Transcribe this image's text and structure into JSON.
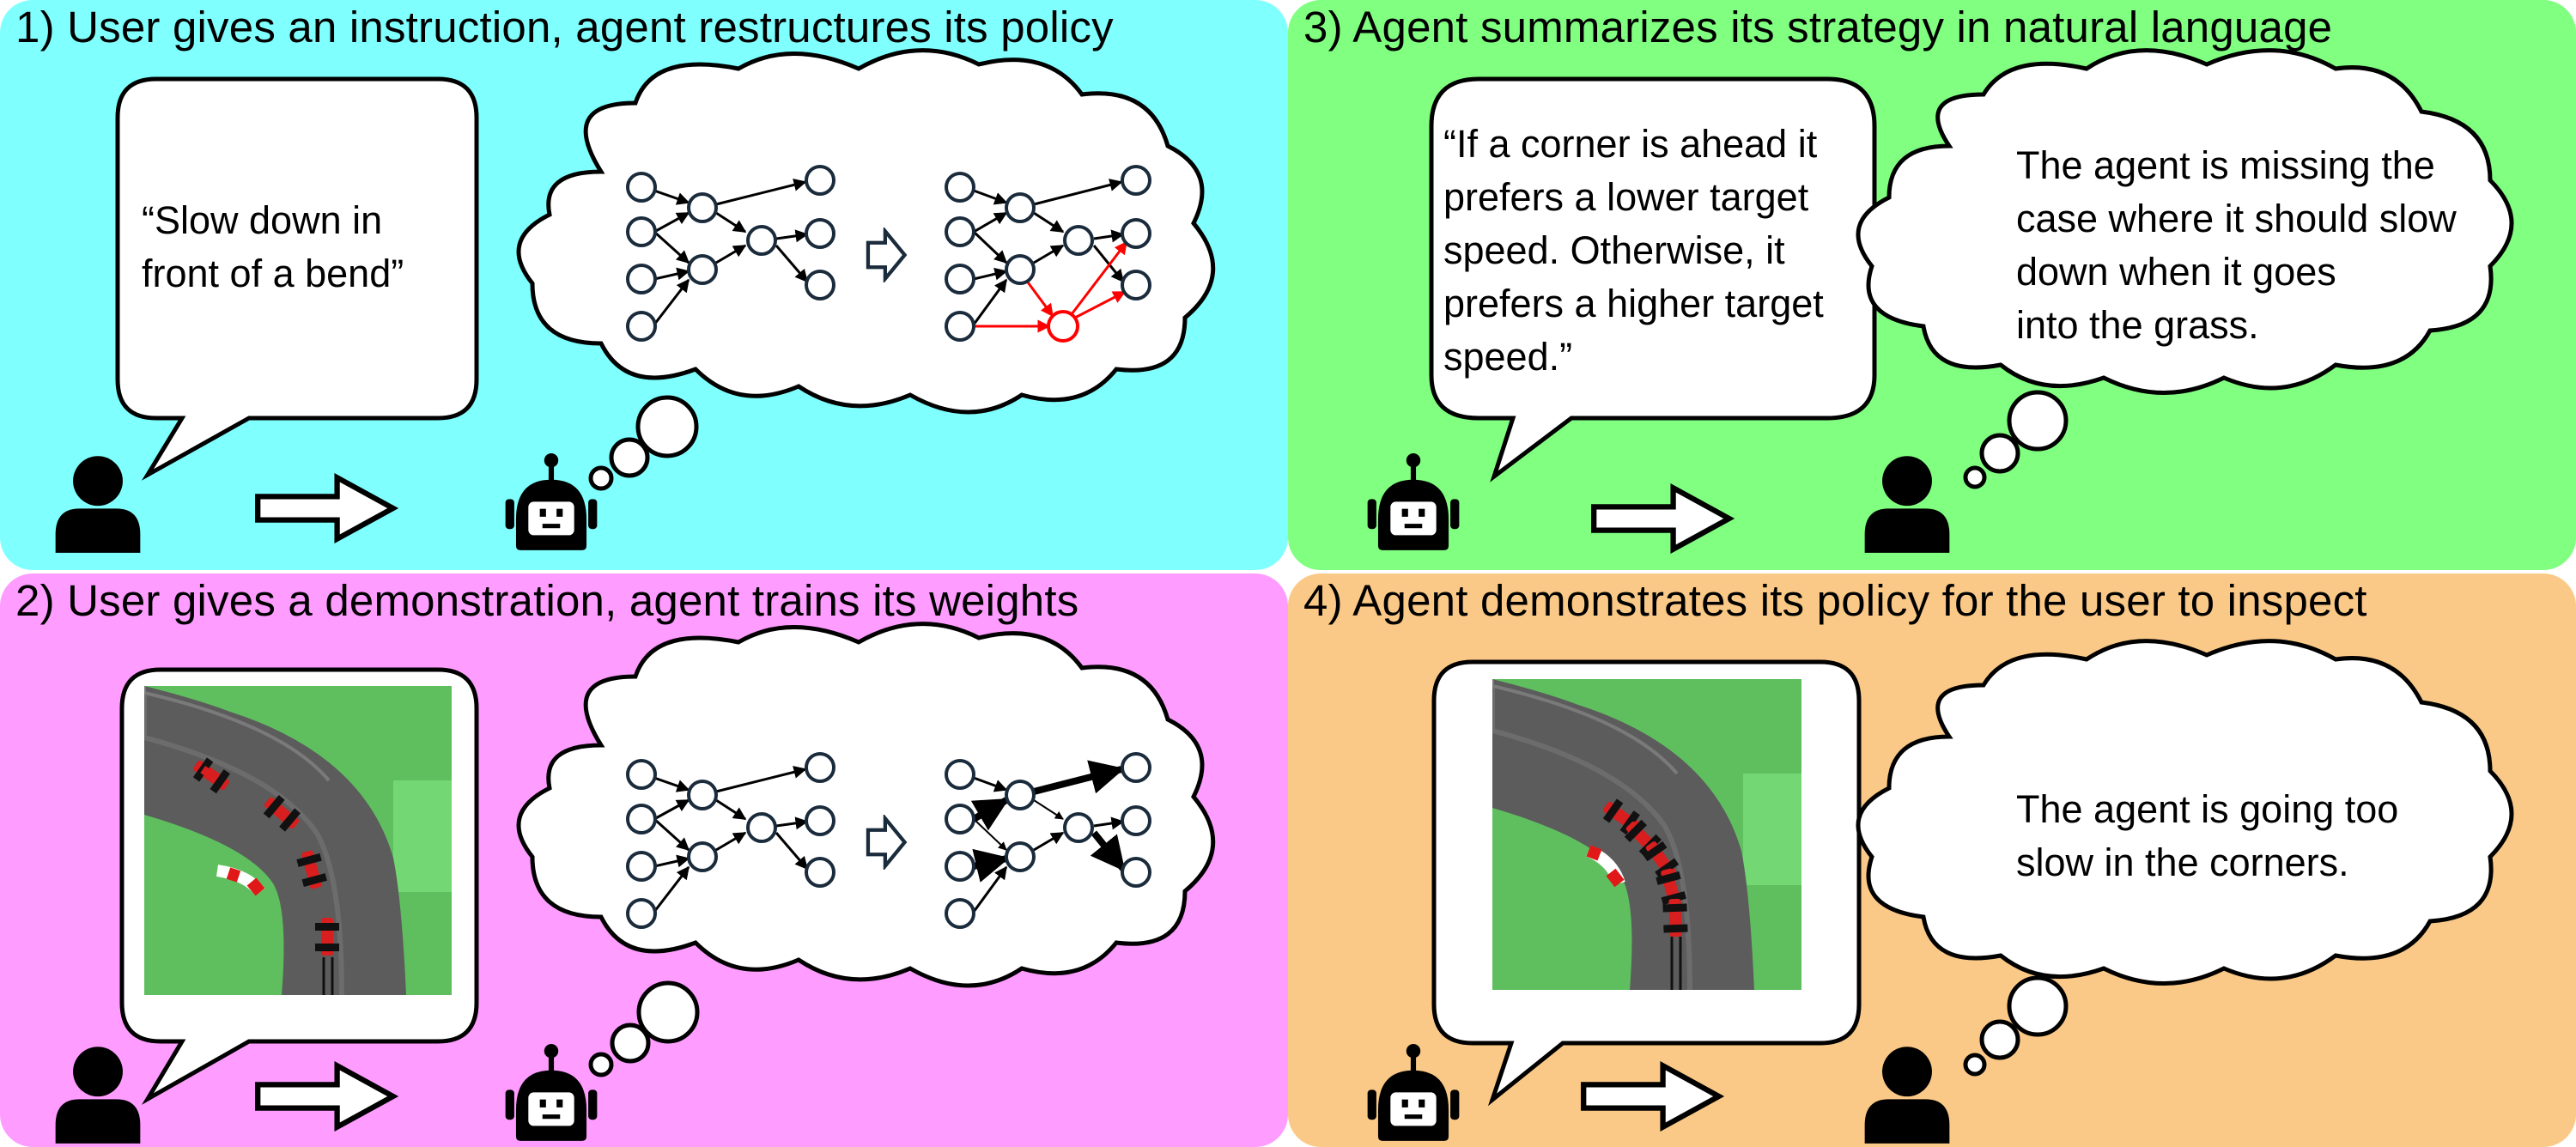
{
  "panels": [
    {
      "title": "1) User gives an instruction, agent restructures its policy",
      "bg": "#80ffff",
      "speech": "“Slow down in\nfront of a bend”",
      "speaker": "user"
    },
    {
      "title": "2) User gives a demonstration, agent trains its weights",
      "bg": "#ff9cff",
      "speaker": "user"
    },
    {
      "title": "3) Agent summarizes its strategy in natural language",
      "bg": "#80ff80",
      "speech": "“If a corner is ahead it\nprefers a lower target\nspeed. Otherwise, it\nprefers a higher target\nspeed.”",
      "thought": "The agent is missing the\ncase where it should slow\ndown when it goes\ninto the grass.",
      "speaker": "agent"
    },
    {
      "title": "4) Agent demonstrates its policy for the user to inspect",
      "bg": "#fbc987",
      "thought": "The agent is going too\nslow in the corners.",
      "speaker": "agent"
    }
  ],
  "colors": {
    "panel1": "#80ffff",
    "panel2": "#ff9cff",
    "panel3": "#80ff80",
    "panel4": "#fbc987",
    "network_node": "#1a2b3c",
    "new_connection": "#ff0000",
    "car": "#d81e1e",
    "road": "#5c5c5c",
    "grass": "#5fbf5f"
  },
  "icons": [
    "user-icon",
    "robot-icon",
    "arrow-right-icon",
    "neural-network-icon",
    "race-track-icon",
    "race-car-icon",
    "thought-cloud-icon",
    "speech-bubble-icon"
  ]
}
